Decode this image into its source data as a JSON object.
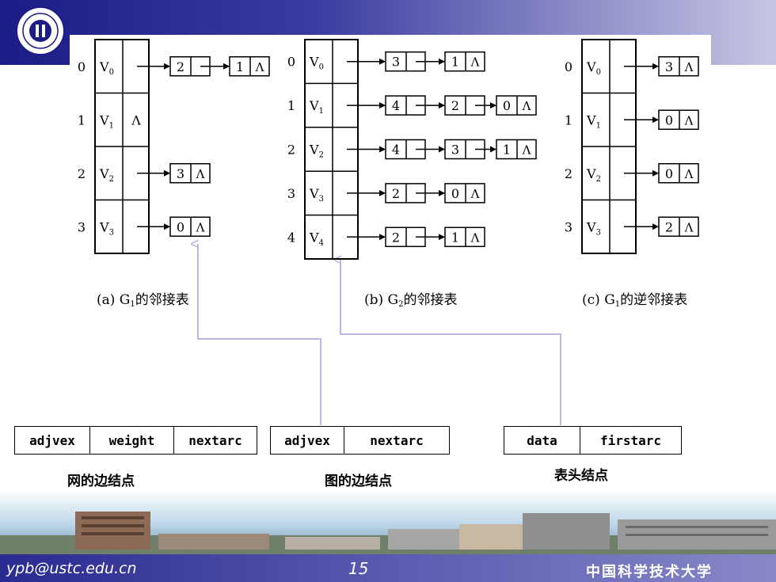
{
  "slide": {
    "email": "ypb@ustc.edu.cn",
    "page_number": "15",
    "university": "中国科学技术大学",
    "logo_icon": "ustc-seal-icon"
  },
  "captions": {
    "a": {
      "prefix": "(a) G",
      "sub": "1",
      "suffix": "的邻接表"
    },
    "b": {
      "prefix": "(b) G",
      "sub": "2",
      "suffix": "的邻接表"
    },
    "c": {
      "prefix": "(c) G",
      "sub": "1",
      "suffix": "的逆邻接表"
    }
  },
  "null_symbol": "Λ",
  "vertex_prefix": "V",
  "tables": [
    {
      "id": "a",
      "rows": [
        {
          "index": "0",
          "sub": "0",
          "adj": [
            "2",
            "1"
          ]
        },
        {
          "index": "1",
          "sub": "1",
          "adj": []
        },
        {
          "index": "2",
          "sub": "2",
          "adj": [
            "3"
          ]
        },
        {
          "index": "3",
          "sub": "3",
          "adj": [
            "0"
          ]
        }
      ]
    },
    {
      "id": "b",
      "rows": [
        {
          "index": "0",
          "sub": "0",
          "adj": [
            "3",
            "1"
          ]
        },
        {
          "index": "1",
          "sub": "1",
          "adj": [
            "4",
            "2",
            "0"
          ]
        },
        {
          "index": "2",
          "sub": "2",
          "adj": [
            "4",
            "3",
            "1"
          ]
        },
        {
          "index": "3",
          "sub": "3",
          "adj": [
            "2",
            "0"
          ]
        },
        {
          "index": "4",
          "sub": "4",
          "adj": [
            "2",
            "1"
          ]
        }
      ]
    },
    {
      "id": "c",
      "rows": [
        {
          "index": "0",
          "sub": "0",
          "adj": [
            "3"
          ]
        },
        {
          "index": "1",
          "sub": "1",
          "adj": [
            "0"
          ]
        },
        {
          "index": "2",
          "sub": "2",
          "adj": [
            "0"
          ]
        },
        {
          "index": "3",
          "sub": "3",
          "adj": [
            "2"
          ]
        }
      ]
    }
  ],
  "node_structs": {
    "net_edge": {
      "fields": [
        "adjvex",
        "weight",
        "nextarc"
      ],
      "label": "网的边结点"
    },
    "graph_edge": {
      "fields": [
        "adjvex",
        "nextarc"
      ],
      "label": "图的边结点"
    },
    "head": {
      "fields": [
        "data",
        "firstarc"
      ],
      "label": "表头结点"
    }
  },
  "colors": {
    "connector": "#b8b8e8",
    "banner_dark": "#1c1c86"
  }
}
